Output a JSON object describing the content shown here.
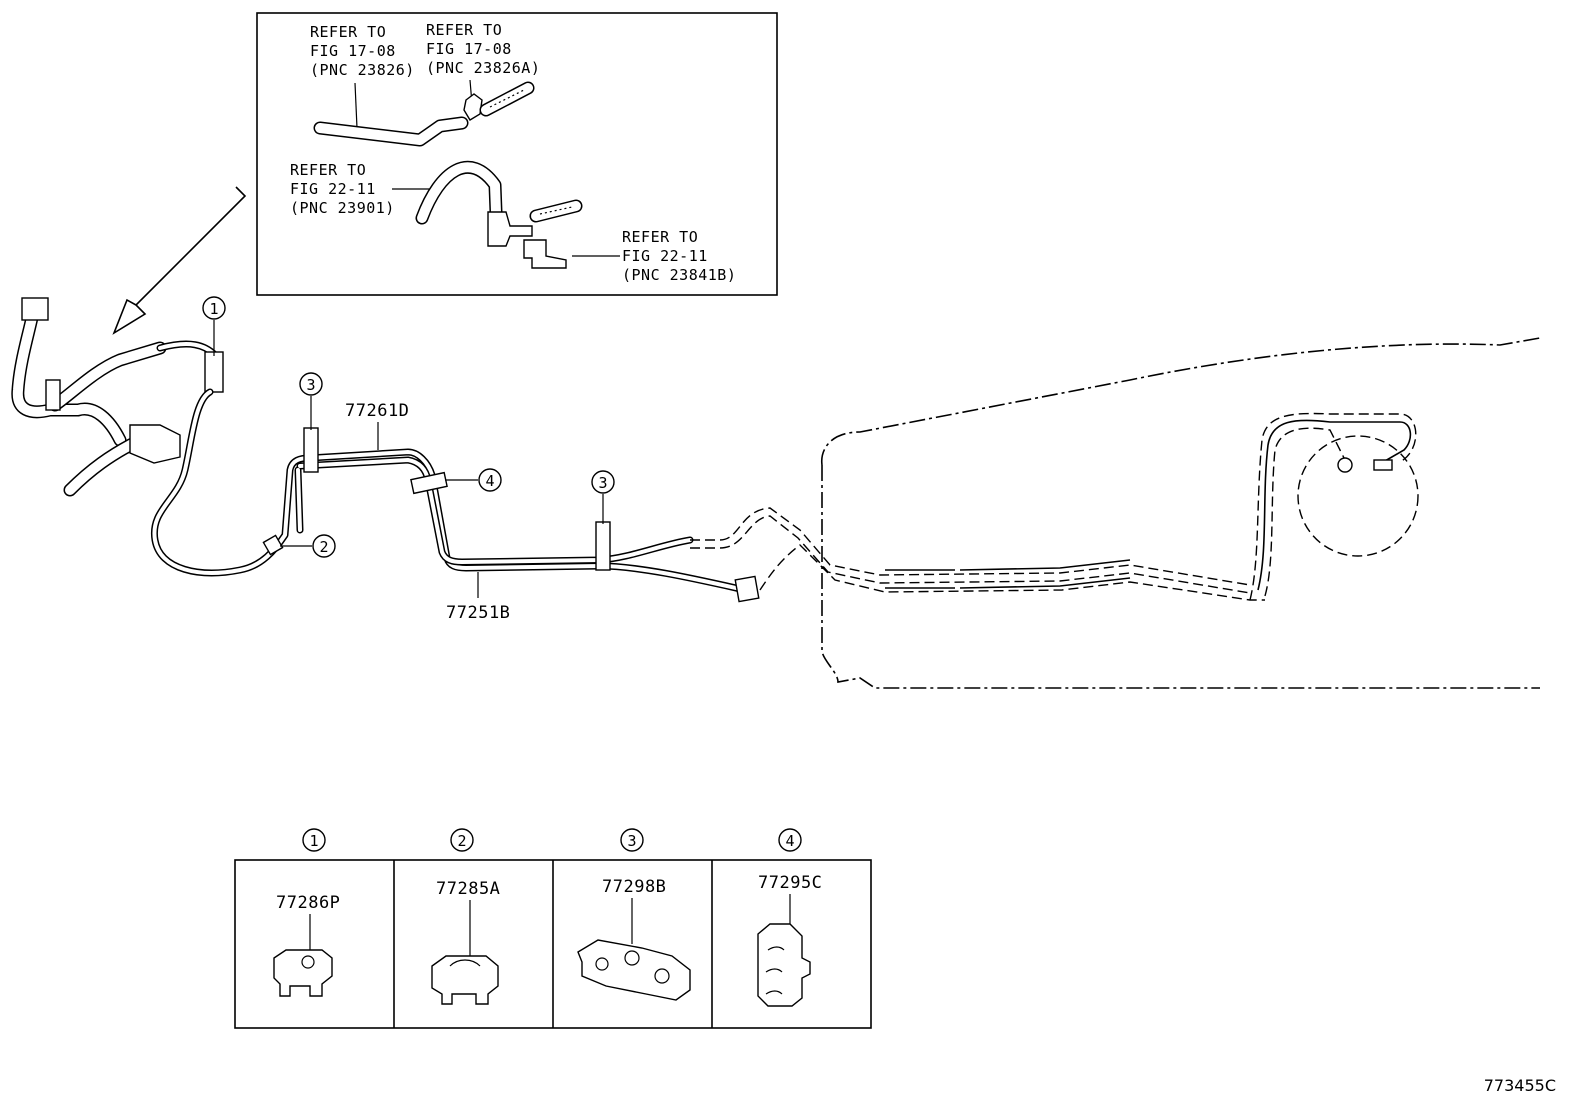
{
  "inset": {
    "callout_a": {
      "line1": "REFER TO",
      "line2": "FIG 17-08",
      "line3": "(PNC 23826)"
    },
    "callout_b": {
      "line1": "REFER TO",
      "line2": "FIG 17-08",
      "line3": "(PNC 23826A)"
    },
    "callout_c": {
      "line1": "REFER TO",
      "line2": "FIG 22-11",
      "line3": "(PNC 23901)"
    },
    "callout_d": {
      "line1": "REFER TO",
      "line2": "FIG 22-11",
      "line3": "(PNC 23841B)"
    }
  },
  "markers": {
    "m1": "1",
    "m2": "2",
    "m3a": "3",
    "m3b": "3",
    "m4": "4"
  },
  "parts": {
    "upper_tube": "77261D",
    "lower_tube": "77251B"
  },
  "legend": [
    {
      "marker": "1",
      "part": "77286P"
    },
    {
      "marker": "2",
      "part": "77285A"
    },
    {
      "marker": "3",
      "part": "77298B"
    },
    {
      "marker": "4",
      "part": "77295C"
    }
  ],
  "diagram_code": "773455C"
}
